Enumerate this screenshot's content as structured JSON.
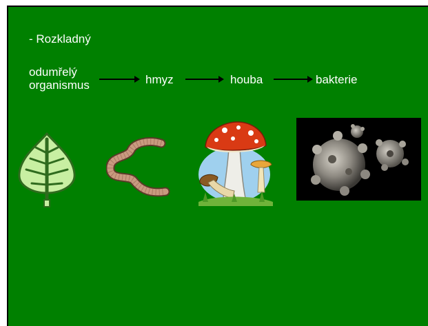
{
  "slide": {
    "heading": "- Rozkladný",
    "chain": {
      "start_line1": "odumřelý",
      "start_line2": "organismus",
      "step1": "hmyz",
      "step2": "houba",
      "step3": "bakterie"
    }
  },
  "colors": {
    "background": "#008000",
    "text": "#ffffff"
  },
  "images": [
    "leaf-icon",
    "earthworm-icon",
    "mushroom-icon",
    "bacteria-image"
  ]
}
